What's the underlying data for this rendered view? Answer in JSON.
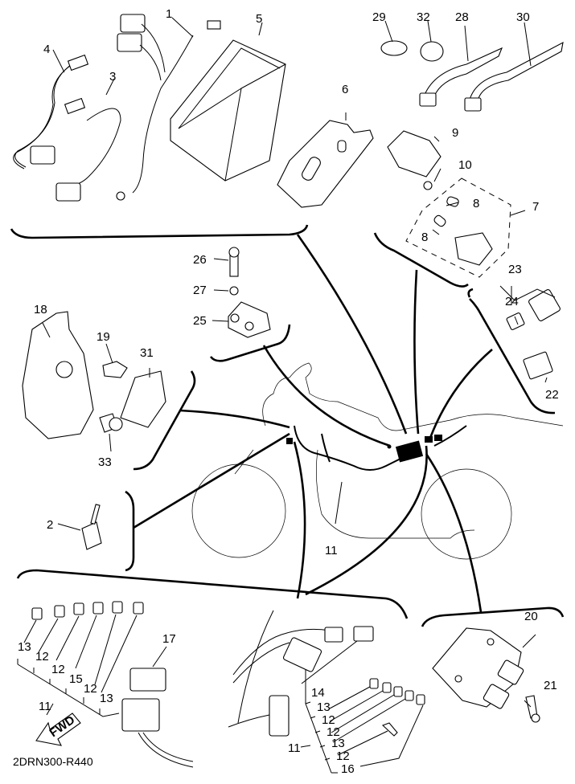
{
  "diagram": {
    "title_code": "2DRN300-R440",
    "fwd_label": "FWD",
    "callouts": {
      "c1": "1",
      "c2": "2",
      "c3": "3",
      "c4": "4",
      "c5": "5",
      "c6": "6",
      "c7": "7",
      "c8a": "8",
      "c8b": "8",
      "c9": "9",
      "c10": "10",
      "c11_center": "11",
      "c17": "17",
      "c18": "18",
      "c19": "19",
      "c20": "20",
      "c21": "21",
      "c22": "22",
      "c23": "23",
      "c24": "24",
      "c25": "25",
      "c26": "26",
      "c27": "27",
      "c28": "28",
      "c29": "29",
      "c30": "30",
      "c31": "31",
      "c32": "32",
      "c33": "33"
    },
    "left_connector_group": {
      "labels": [
        "13",
        "12",
        "12",
        "15",
        "12",
        "13"
      ],
      "parent": "11"
    },
    "right_connector_group": {
      "labels": [
        "14",
        "13",
        "12",
        "12",
        "13",
        "12",
        "16"
      ],
      "parent": "11"
    }
  }
}
